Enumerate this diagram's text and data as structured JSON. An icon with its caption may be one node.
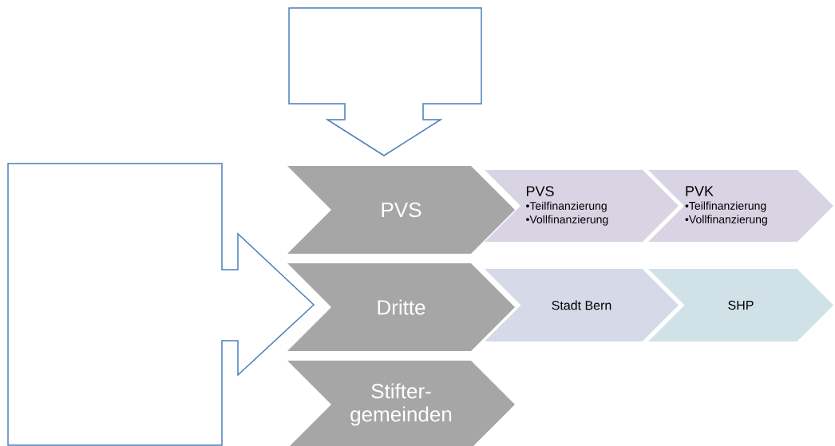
{
  "diagram": {
    "nodes": [
      {
        "text": [],
        "shape": "callout"
      },
      {
        "text": [],
        "shape": "callout"
      },
      {
        "text": [
          "PVS"
        ]
      },
      {
        "text": [
          "Dritte"
        ]
      },
      {
        "text": [
          "Stifter-gemeinden"
        ]
      },
      {
        "text": [
          "PVS",
          "•Teilfinanzierung",
          "•Vollfinanzierung"
        ]
      },
      {
        "text": [
          "PVK",
          "•Teilfinanzierung",
          "•Vollfinanzierung"
        ]
      },
      {
        "text": [
          "Stadt Bern"
        ]
      },
      {
        "text": [
          "SHP"
        ]
      }
    ]
  }
}
